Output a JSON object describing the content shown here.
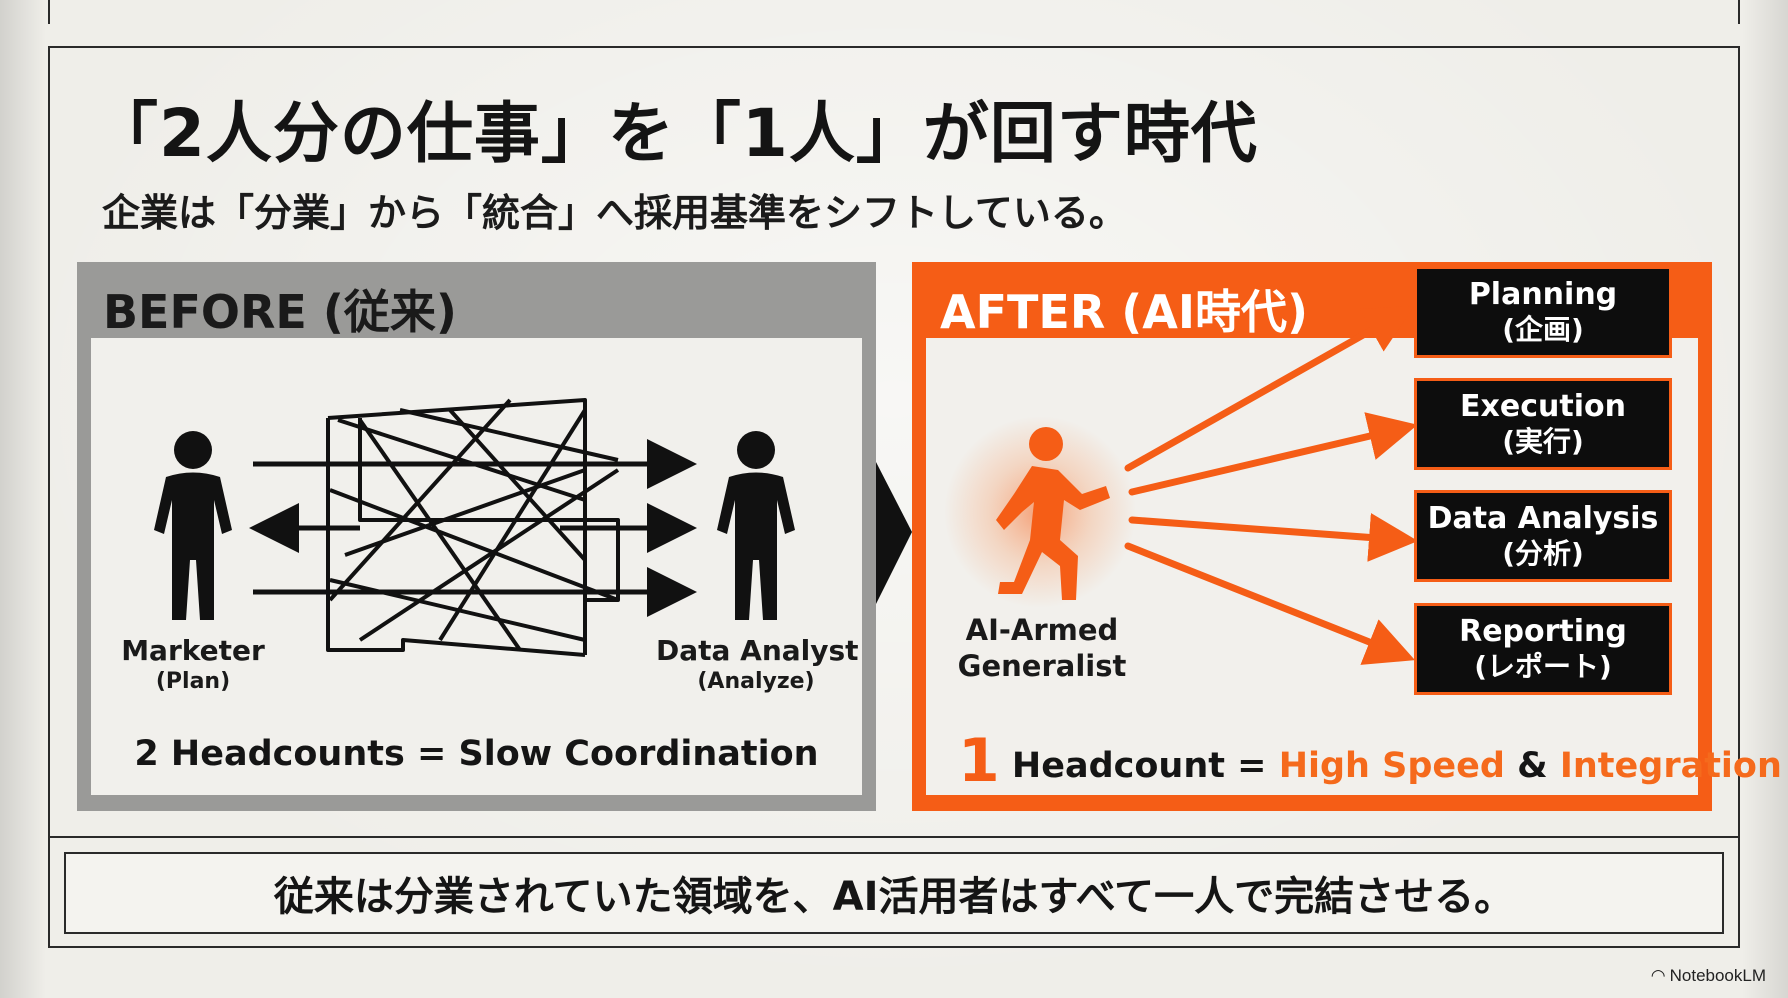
{
  "slide": {
    "title": "「2人分の仕事」を「1人」が回す時代",
    "subtitle": "企業は「分業」から「統合」へ採用基準をシフトしている。"
  },
  "before": {
    "label": "BEFORE (従来)",
    "people": [
      {
        "name": "Marketer",
        "role": "(Plan)"
      },
      {
        "name": "Data Analyst",
        "role": "(Analyze)"
      }
    ],
    "caption": "2 Headcounts = Slow Coordination"
  },
  "after": {
    "label": "AFTER (AI時代)",
    "generalist_line1": "AI-Armed",
    "generalist_line2": "Generalist",
    "tasks": [
      {
        "en": "Planning",
        "jp": "(企画)"
      },
      {
        "en": "Execution",
        "jp": "(実行)"
      },
      {
        "en": "Data Analysis",
        "jp": "(分析)"
      },
      {
        "en": "Reporting",
        "jp": "(レポート)"
      }
    ],
    "caption": {
      "number": "1",
      "headcount": " Headcount = ",
      "speed": "High Speed",
      "amp": " & ",
      "integration": "Integration"
    }
  },
  "footer": "従来は分業されていた領域を、AI活用者はすべて一人で完結させる。",
  "brand": "NotebookLM",
  "colors": {
    "accent": "#f55d16",
    "before_panel": "#9a9a98",
    "task_box": "#0d0d0d"
  },
  "icons": [
    "person-icon",
    "running-person-icon",
    "arrow-icon",
    "notebooklm-logo-icon"
  ]
}
